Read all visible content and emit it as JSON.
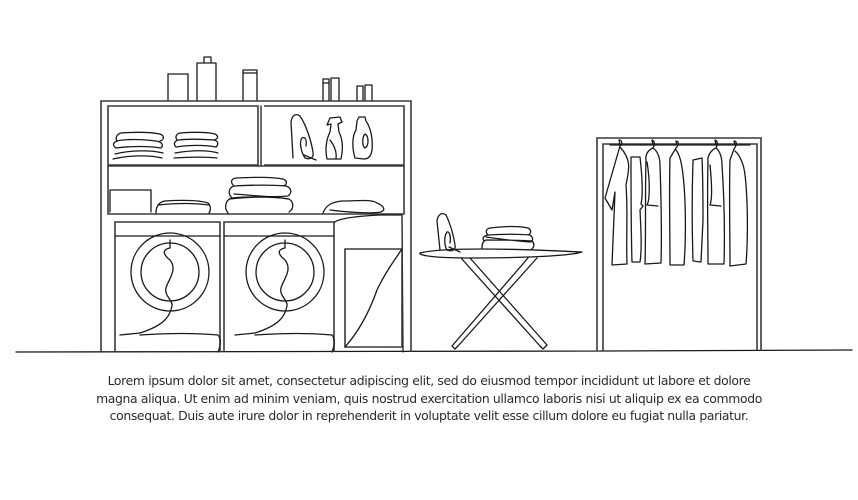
{
  "illustration": {
    "style": "single continuous line drawing",
    "line_color": "#1a1a1a",
    "background": "#ffffff",
    "subject": "laundry room",
    "objects": [
      "floor-line",
      "shelving-unit",
      "detergent-bottles-on-top",
      "folded-towel-stacks",
      "steam-iron-on-shelf",
      "spray-bottle",
      "detergent-jug",
      "storage-box",
      "washing-machine-left",
      "washing-machine-right",
      "laundry-cabinet",
      "ironing-board",
      "iron-on-board",
      "folded-clothes-on-board",
      "clothes-rack",
      "hanging-shirts"
    ]
  },
  "caption": {
    "lines": [
      "Lorem ipsum dolor sit amet, consectetur adipiscing elit, sed do eiusmod tempor incididunt ut labore et dolore",
      "magna aliqua. Ut enim ad minim veniam, quis nostrud exercitation ullamco laboris nisi ut aliquip ex ea commodo",
      "consequat. Duis aute irure dolor in reprehenderit in voluptate velit esse cillum dolore eu fugiat nulla pariatur."
    ],
    "color": "#2b2b2b"
  }
}
